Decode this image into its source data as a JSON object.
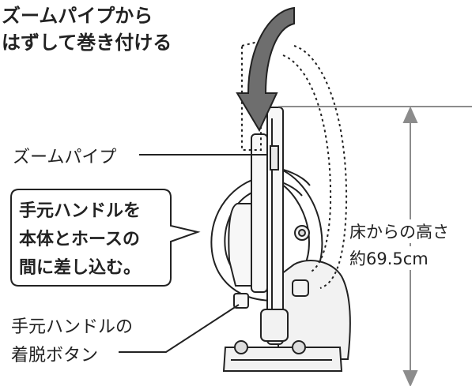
{
  "instruction": {
    "line1": "ズームパイプから",
    "line2": "はずして巻き付ける"
  },
  "labels": {
    "zoom_pipe": "ズームパイプ",
    "handle_release_line1": "手元ハンドルの",
    "handle_release_line2": "着脱ボタン"
  },
  "callout": {
    "line1": "手元ハンドルを",
    "line2": "本体とホースの",
    "line3": "間に差し込む。"
  },
  "height_note": {
    "line1": "床からの高さ",
    "line2": "約69.5cm"
  },
  "colors": {
    "ink": "#222222",
    "arrow_fill": "#6e6e6e",
    "guide_line": "#8c8c8c"
  }
}
